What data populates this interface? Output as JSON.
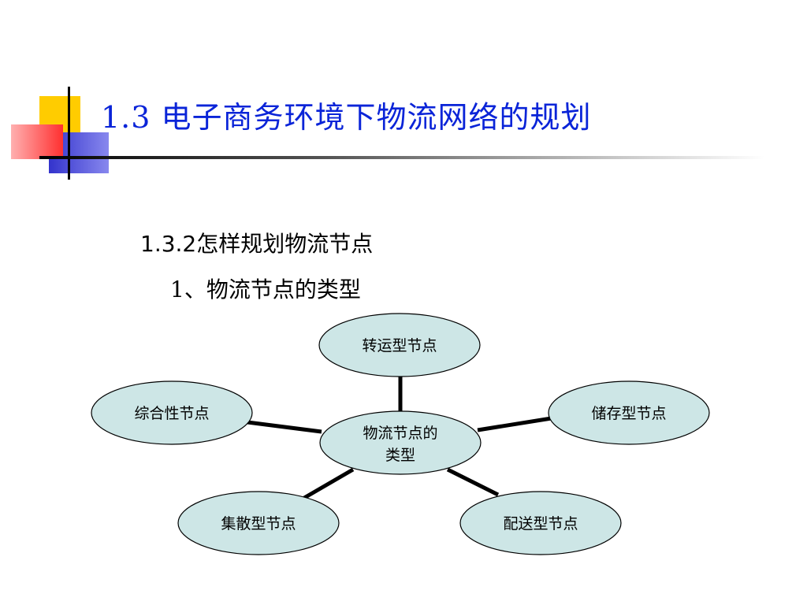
{
  "title": "1.3 电子商务环境下物流网络的规划",
  "subtitle_number": "1.3.2",
  "subtitle_text": "怎样规划物流节点",
  "subheading": "1、物流节点的类型",
  "diagram": {
    "center": [
      "物流节点的",
      "类型"
    ],
    "nodes": {
      "transfer": "转运型节点",
      "storage": "储存型节点",
      "distribution": "配送型节点",
      "dispersal": "集散型节点",
      "comprehensive": "综合性节点"
    }
  },
  "colors": {
    "title": "#0a24d8",
    "node_fill": "#cde6e6"
  }
}
